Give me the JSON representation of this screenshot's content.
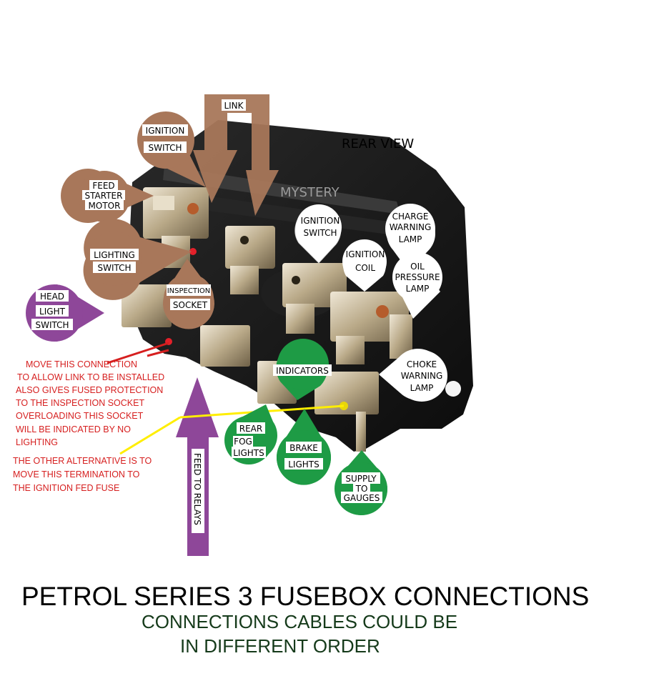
{
  "colors": {
    "brown": "#a8775a",
    "purple": "#8e4799",
    "green": "#1e9b45",
    "white_bubble": "#ffffff",
    "red_note": "#d61f1f",
    "yellow_wire": "#ffee00",
    "fusebox_body": "#181818"
  },
  "labels": {
    "rear_view": "REAR VIEW",
    "mystery": "MYSTERY",
    "link": "LINK",
    "feed_to_relays": "FEED TO RELAYS",
    "ignition_switch_brown": [
      "IGNITION",
      "SWITCH"
    ],
    "feed_starter_motor": [
      "FEED",
      "STARTER",
      "MOTOR"
    ],
    "lighting_switch": [
      "LIGHTING",
      "SWITCH"
    ],
    "inspection_socket": [
      "INSPECTION",
      "SOCKET"
    ],
    "head_light_switch": [
      "HEAD",
      "LIGHT",
      "SWITCH"
    ],
    "ignition_switch_white": [
      "IGNITION",
      "SWITCH"
    ],
    "ignition_coil": [
      "IGNITION",
      "COIL"
    ],
    "charge_warning_lamp": [
      "CHARGE",
      "WARNING",
      "LAMP"
    ],
    "oil_pressure_lamp": [
      "OIL",
      "PRESSURE",
      "LAMP"
    ],
    "choke_warning_lamp": [
      "CHOKE",
      "WARNING",
      "LAMP"
    ],
    "indicators": [
      "INDICATORS"
    ],
    "rear_fog_lights": [
      "REAR",
      "FOG",
      "LIGHTS"
    ],
    "brake_lights": [
      "BRAKE",
      "LIGHTS"
    ],
    "supply_to_gauges": [
      "SUPPLY",
      "TO",
      "GAUGES"
    ]
  },
  "notes": {
    "move_connection": [
      "MOVE THIS CONNECTION",
      "TO ALLOW LINK TO BE INSTALLED",
      "ALSO GIVES FUSED PROTECTION",
      "TO THE  INSPECTION  SOCKET",
      "OVERLOADING THIS SOCKET",
      "WILL  BE INDICATED BY NO",
      "LIGHTING"
    ],
    "alternative": [
      "THE OTHER ALTERNATIVE IS TO",
      "MOVE THIS TERMINATION TO",
      "THE IGNITION FED FUSE"
    ]
  },
  "title": "PETROL SERIES 3 FUSEBOX CONNECTIONS",
  "subtitle": [
    "CONNECTIONS CABLES  COULD BE",
    "IN DIFFERENT ORDER"
  ]
}
